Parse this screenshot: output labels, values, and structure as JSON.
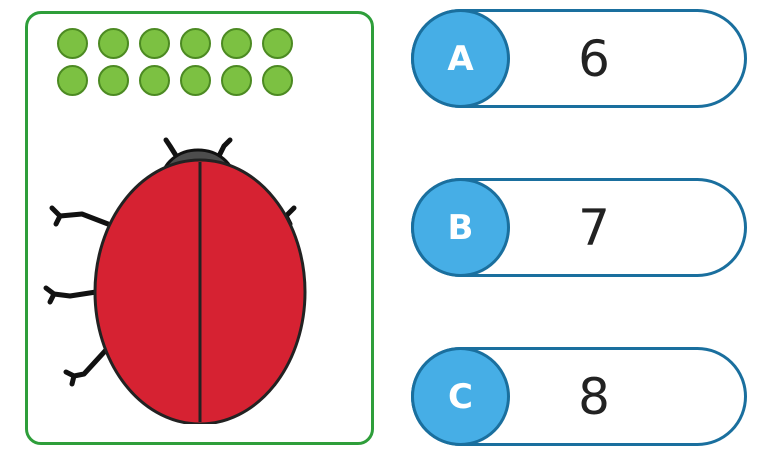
{
  "question": {
    "dot_count": 12,
    "dot_color": "#7cc142",
    "card_border_color": "#2e9e3a",
    "image": "ladybird-without-spots"
  },
  "options": [
    {
      "letter": "A",
      "value": "6"
    },
    {
      "letter": "B",
      "value": "7"
    },
    {
      "letter": "C",
      "value": "8"
    }
  ],
  "colors": {
    "option_border": "#1a6f9e",
    "badge_fill": "#46aee6",
    "ladybird_red": "#d62232",
    "ladybird_head": "#4d4d4d"
  }
}
